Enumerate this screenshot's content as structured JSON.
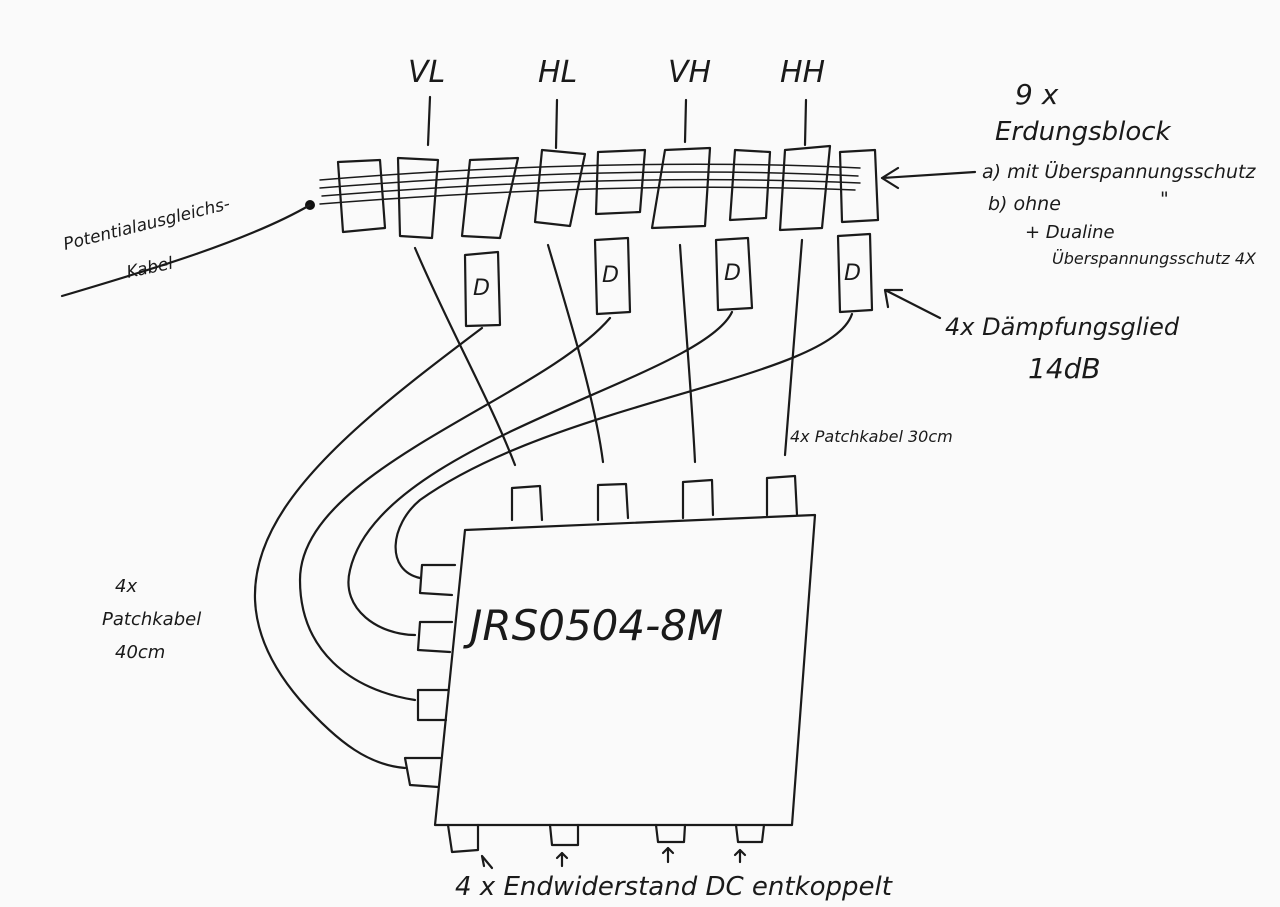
{
  "inputs": {
    "vl": "VL",
    "hl": "HL",
    "vh": "VH",
    "hh": "HH"
  },
  "grounding": {
    "count": "9 x",
    "title": "Erdungsblock",
    "a": "a) mit Überspannungsschutz",
    "b": "b) ohne",
    "ditto": "\"",
    "plus": "+ Dualine",
    "plus2": "Überspannungsschutz 4X"
  },
  "potential_cable": {
    "line1": "Potentialausgleichs-",
    "line2": "Kabel"
  },
  "attenuator": {
    "symbol": "D",
    "label": "4x Dämpfungsglied",
    "value": "14dB"
  },
  "patch30": "4x Patchkabel 30cm",
  "patch40": {
    "line1": "4x",
    "line2": "Patchkabel",
    "line3": "40cm"
  },
  "multiswitch": "JRS0504-8M",
  "terminators": "4 x Endwiderstand DC entkoppelt"
}
